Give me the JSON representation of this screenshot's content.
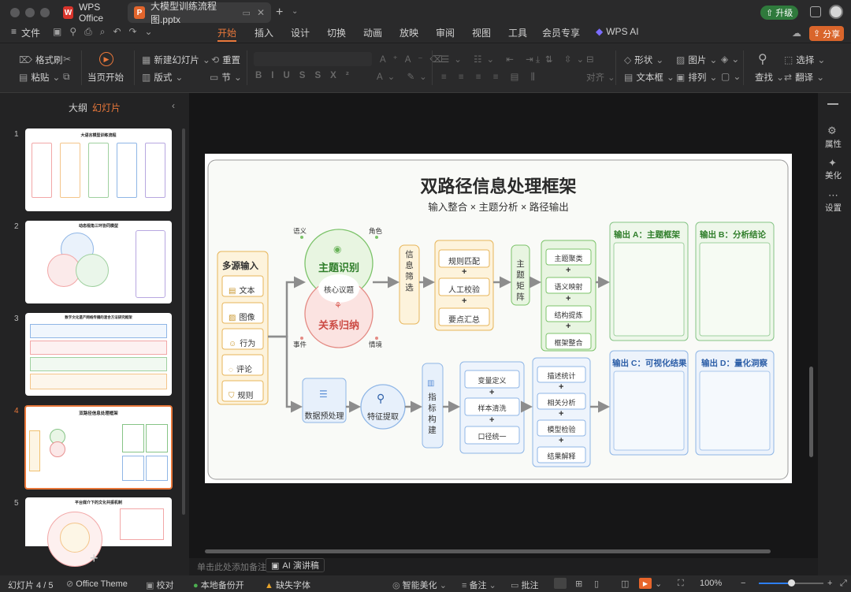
{
  "tabs": {
    "home": "WPS Office",
    "doc": "大模型训练流程图.pptx"
  },
  "upgrade": "升级",
  "menu": {
    "file": "文件",
    "items": [
      "开始",
      "插入",
      "设计",
      "切换",
      "动画",
      "放映",
      "审阅",
      "视图",
      "工具",
      "会员专享",
      "WPS AI"
    ],
    "share": "分享"
  },
  "ribbon": {
    "format_painter": "格式刷",
    "paste": "粘贴",
    "from_current": "当页开始",
    "new_slide": "新建幻灯片",
    "layout": "版式",
    "reset": "重置",
    "section": "节",
    "align": "对齐",
    "shape": "形状",
    "textbox": "文本框",
    "picture": "图片",
    "arrange": "排列",
    "find": "查找",
    "select": "选择",
    "translate": "翻译"
  },
  "panel": {
    "outline": "大纲",
    "slides": "幻灯片"
  },
  "thumbnails": {
    "nums": [
      "1",
      "2",
      "3",
      "4",
      "5"
    ],
    "titles": [
      "大语言模型训练流程",
      "动态视角三环协同模型",
      "数字文化遗产网络传播的混合方法研究框架",
      "双路径信息处理框架",
      "平台媒介下的文化共振机制"
    ]
  },
  "rightbar": {
    "props": "属性",
    "beautify": "美化",
    "settings": "设置"
  },
  "notes": {
    "placeholder": "单击此处添加备注",
    "ai": "AI 演讲稿"
  },
  "status": {
    "slide": "幻灯片 4 / 5",
    "theme": "Office Theme",
    "proof": "校对",
    "backup": "本地备份开",
    "font": "缺失字体",
    "beautify": "智能美化",
    "notes": "备注",
    "comment": "批注",
    "zoom": "100%"
  },
  "slide": {
    "title": "双路径信息处理框架",
    "subtitle": "输入整合 × 主题分析 × 路径输出",
    "input": {
      "title": "多源输入",
      "items": [
        "文本",
        "图像",
        "行为",
        "评论",
        "规则"
      ]
    },
    "topic": "主题识别",
    "relation": "关系归纳",
    "core": "核心议题",
    "corners": [
      "语义",
      "角色",
      "事件",
      "情境"
    ],
    "filter": "信息筛选",
    "rules": [
      "规则匹配",
      "人工校验",
      "要点汇总"
    ],
    "matrix": "主题矩阵",
    "clusters": [
      "主题聚类",
      "语义映射",
      "结构提炼",
      "框架整合"
    ],
    "preprocess": "数据预处理",
    "feature": "特征提取",
    "indicator": "指标构建",
    "vars": [
      "变量定义",
      "样本清洗",
      "口径统一"
    ],
    "stats": [
      "描述统计",
      "相关分析",
      "模型检验",
      "结果解释"
    ],
    "outputs": [
      "输出 A：主题框架",
      "输出 B：分析结论",
      "输出 C：可视化结果",
      "输出 D：量化洞察"
    ],
    "plus": "+"
  }
}
